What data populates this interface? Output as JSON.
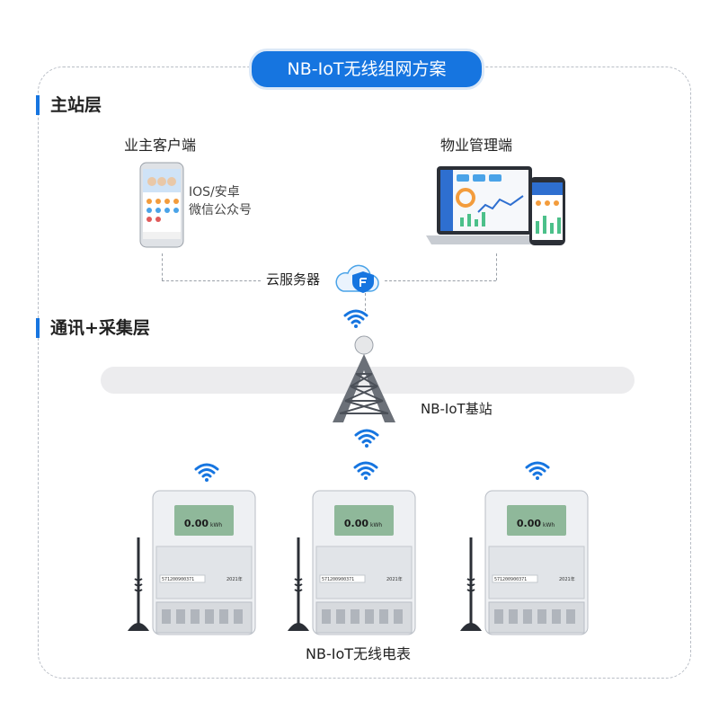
{
  "title": "NB-IoT无线组网方案",
  "sections": {
    "master": "主站层",
    "comm": "通讯+采集层"
  },
  "nodes": {
    "owner_client": "业主客户端",
    "owner_client_platforms": [
      "IOS/安卓",
      "微信公众号"
    ],
    "property_client": "物业管理端",
    "cloud_server": "云服务器",
    "base_station": "NB-IoT基站",
    "meters": "NB-IoT无线电表"
  },
  "meter_display": {
    "reading": "0.00",
    "unit": "kWh",
    "serial": "571200900371",
    "year": "2021年"
  },
  "icons": [
    "smartphone-icon",
    "laptop-icon",
    "tablet-icon",
    "cloud-shield-icon",
    "wifi-icon",
    "tower-icon",
    "antenna-icon",
    "electric-meter-icon"
  ],
  "colors": {
    "accent": "#1675e0",
    "wifi": "#1675e0",
    "band": "#ececee",
    "frame": "#b9bec6"
  }
}
